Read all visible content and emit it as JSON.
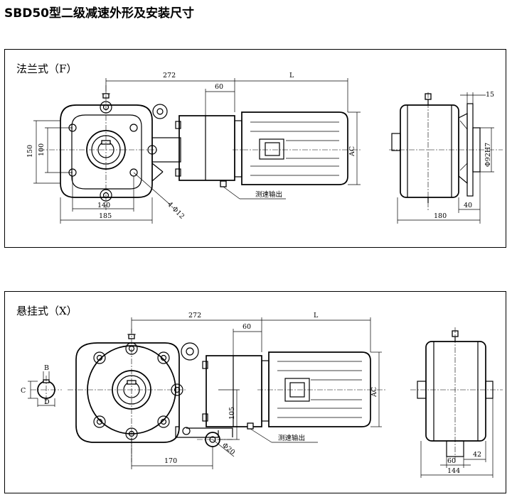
{
  "page_title": "SBD50型二级减速外形及安装尺寸",
  "flange": {
    "label": "法兰式（F）",
    "dims": {
      "d272": "272",
      "d60": "60",
      "dL": "L",
      "d150": "150",
      "d100": "100",
      "d140": "140",
      "d185": "185",
      "hole": "4-Φ12",
      "dAC": "AC",
      "sensor": "测速输出",
      "d15": "15",
      "d180": "180",
      "d40": "40",
      "spigot": "Φ92H7"
    }
  },
  "hanging": {
    "label": "悬挂式（X）",
    "dims": {
      "d272": "272",
      "d60": "60",
      "dL": "L",
      "d105": "105",
      "d170": "170",
      "pin": "Φ20",
      "dAC": "AC",
      "sensor": "测速输出",
      "d60b": "60",
      "d42": "42",
      "d144": "144",
      "B": "B",
      "C": "C",
      "D": "D"
    }
  }
}
